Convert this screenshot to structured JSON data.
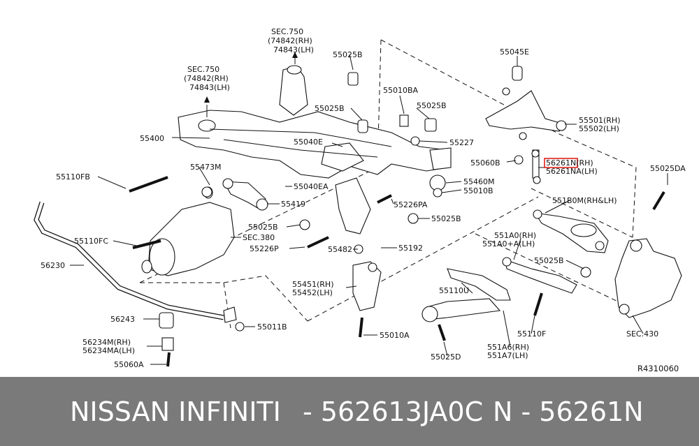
{
  "diagram": {
    "labels": {
      "sec750_top": "SEC.750",
      "p74842_top": "(74842(RH)",
      "p74843_top": "74843(LH)",
      "sec750_left": "SEC.750",
      "p74842_left": "(74842(RH)",
      "p74843_left": "74843(LH)",
      "p55025B_a": "55025B",
      "p55010BA": "55010BA",
      "p55045E": "55045E",
      "p55025B_b": "55025B",
      "p55025B_c": "55025B",
      "p55227": "55227",
      "p55501": "55501(RH)",
      "p55502": "55502(LH)",
      "p55400": "55400",
      "p55040E": "55040E",
      "p55060B": "55060B",
      "p56261N": "56261N(RH)",
      "p56261NA": "56261NA(LH)",
      "p55025DA": "55025DA",
      "p55473M": "55473M",
      "p55110FB": "55110FB",
      "p55040EA": "55040EA",
      "p55460M": "55460M",
      "p55010B": "55010B",
      "p55419": "55419",
      "p55226PA": "55226PA",
      "p551B0M": "551B0M(RH&LH)",
      "p55025B_d": "55025B",
      "p55025B_e": "55025B",
      "sec380": "SEC.380",
      "p55110FC": "55110FC",
      "p55226P": "55226P",
      "p55482": "55482",
      "p55192": "55192",
      "p551A0": "551A0(RH)",
      "p551A0A": "551A0+A(LH)",
      "p56230": "56230",
      "p55025B_f": "55025B",
      "p55451": "55451(RH)",
      "p55452": "55452(LH)",
      "p55110U": "55110U",
      "p56243": "56243",
      "p55011B": "55011B",
      "p55110F": "55110F",
      "p55010A": "55010A",
      "sec430": "SEC.430",
      "p56234M": "56234M(RH)",
      "p56234MA": "56234MA(LH)",
      "p551A6": "551A6(RH)",
      "p551A7": "551A7(LH)",
      "p55025D": "55025D",
      "p55060A": "55060A",
      "figure_ref": "R4310060"
    }
  },
  "footer": {
    "brand": "NISSAN  INFINITI",
    "part_number": "- 562613JA0C",
    "reference": "N - 56261N"
  },
  "colors": {
    "highlight": "#e0201b",
    "footer_bg": "#7a7a7a"
  }
}
